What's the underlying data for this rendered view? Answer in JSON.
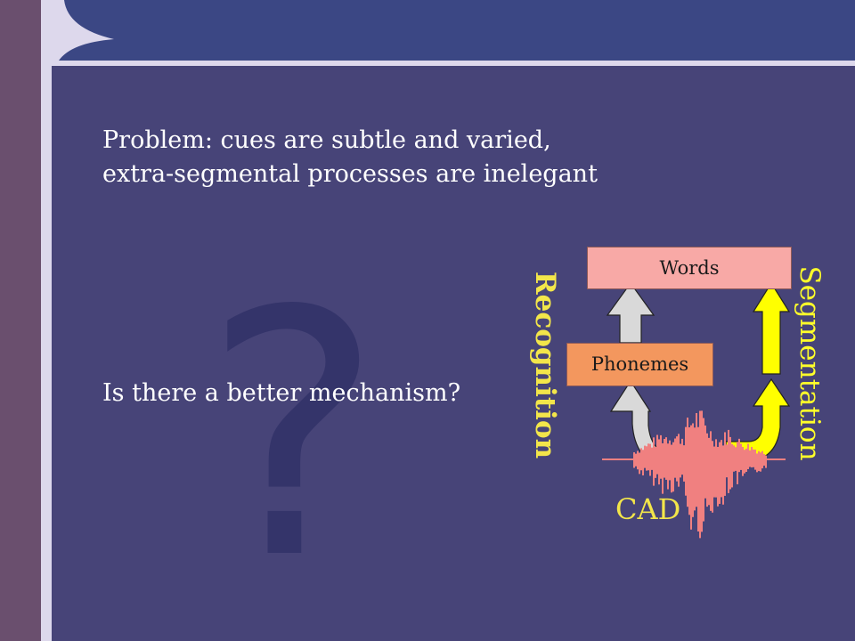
{
  "slide": {
    "bullet1_line1": "Problem: cues are subtle and varied,",
    "bullet1_line2": "extra-segmental processes are inelegant",
    "bullet2": "Is there a better mechanism?",
    "question_mark": "?"
  },
  "diagram": {
    "words": "Words",
    "phonemes": "Phonemes",
    "recognition": "Recognition",
    "segmentation": "Segmentation",
    "cad": "CAD"
  },
  "colors": {
    "background": "#474478",
    "top_band": "#3b4784",
    "left_strip": "#6a4f6e",
    "recognition_arrow": "#d9d9d9",
    "segmentation_arrow": "#ffff00",
    "waveform": "#f08080",
    "label_yellow": "#f3e64a"
  }
}
